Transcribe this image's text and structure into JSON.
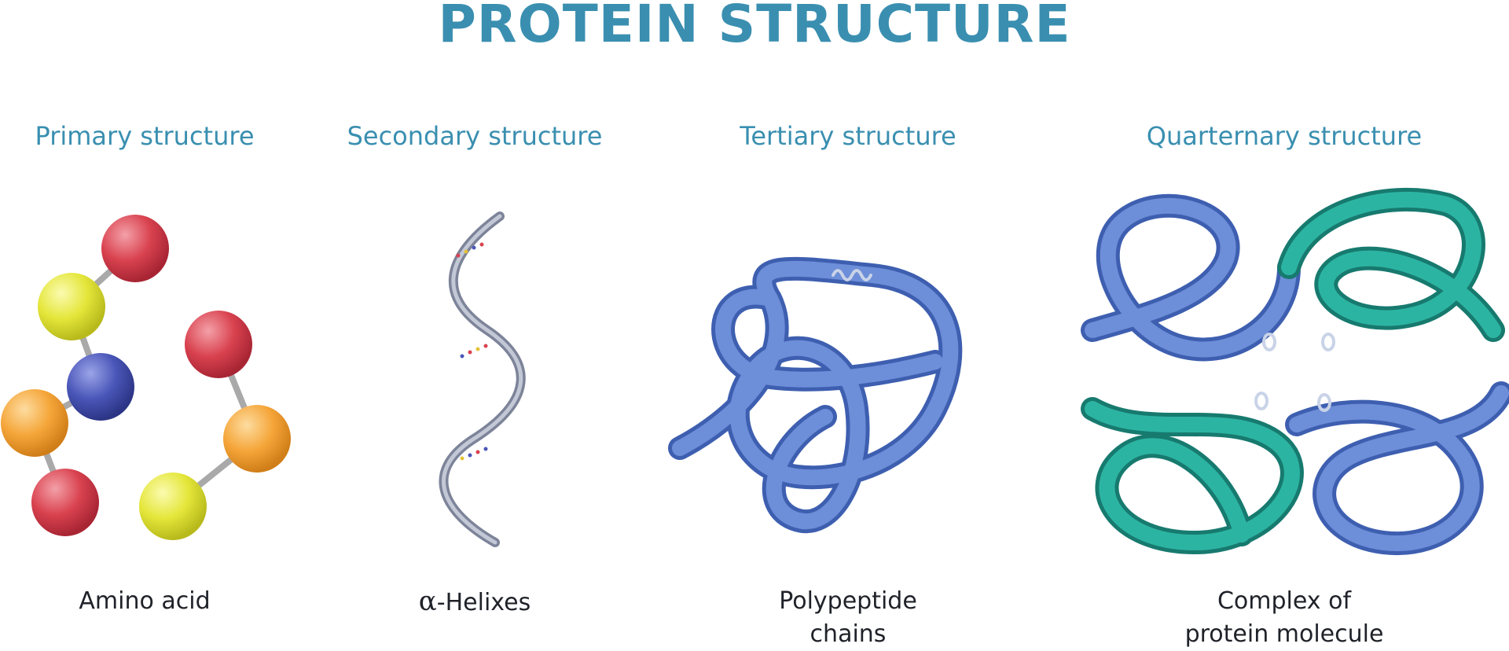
{
  "title": "PROTEIN STRUCTURE",
  "panels": [
    {
      "heading": "Primary structure",
      "caption_lines": [
        "Amino acid"
      ]
    },
    {
      "heading": "Secondary structure",
      "caption_symbol": "α",
      "caption_lines": [
        "-Helixes"
      ]
    },
    {
      "heading": "Tertiary structure",
      "caption_lines": [
        "Polypeptide",
        "chains"
      ]
    },
    {
      "heading": "Quarternary structure",
      "caption_lines": [
        "Complex of",
        "protein molecule"
      ]
    }
  ],
  "colors": {
    "title": "#3a8fb0",
    "red": "#d9424f",
    "yellow": "#e4e63a",
    "blue": "#4a56b8",
    "orange": "#f5a63a",
    "protein_blue": "#5a7fcf",
    "protein_teal": "#1f9e8e",
    "helix_ribbon": "#8b93a8"
  }
}
